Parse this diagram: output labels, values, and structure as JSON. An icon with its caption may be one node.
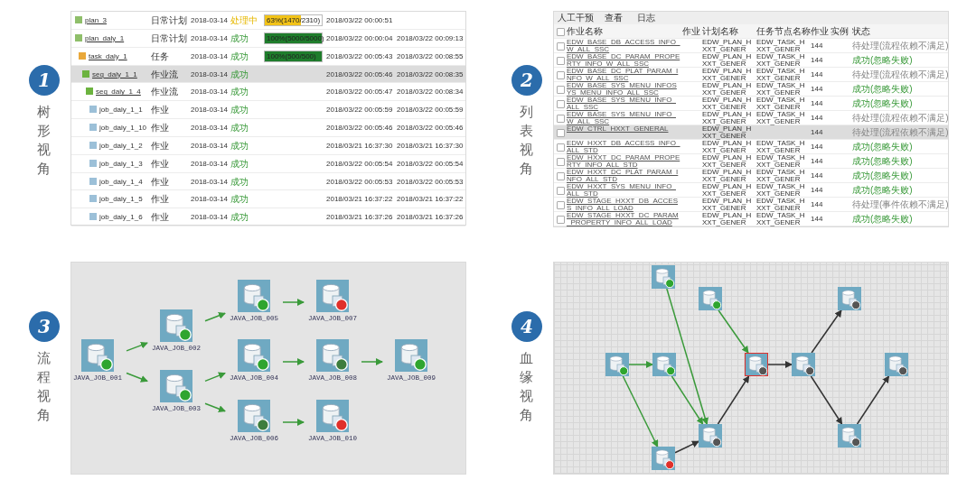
{
  "diagram": {
    "nodes": [
      {
        "text": [
          "1"
        ],
        "beside": [
          "树形视角"
        ]
      },
      {
        "text": [
          "2"
        ],
        "beside": [
          "列表视角"
        ]
      },
      {
        "text": [
          "3"
        ],
        "beside": [
          "流程视角"
        ]
      },
      {
        "text": [
          "4"
        ],
        "beside": [
          "血缘视角"
        ]
      },
      {
        "text": [],
        "shape": "box"
      },
      {
        "text": [],
        "shape": "box"
      },
      {
        "text": [],
        "shape": "box"
      },
      {
        "text": [],
        "shape": "box"
      },
      {
        "text": [
          "JAVA_JOB_001"
        ],
        "in": 6
      },
      {
        "text": [
          "JAVA_JOB_002"
        ],
        "in": 6
      },
      {
        "text": [
          "JAVA_JOB_003"
        ],
        "in": 6
      },
      {
        "text": [
          "JAVA_JOB_005"
        ],
        "in": 6
      },
      {
        "text": [
          "JAVA_JOB_004"
        ],
        "in": 6
      },
      {
        "text": [
          "JAVA_JOB_006"
        ],
        "in": 6
      },
      {
        "text": [
          "JAVA_JOB_007"
        ],
        "in": 6
      },
      {
        "text": [
          "JAVA_JOB_008"
        ],
        "in": 6
      },
      {
        "text": [
          "JAVA_JOB_010"
        ],
        "in": 6
      },
      {
        "text": [
          "JAVA_JOB_009"
        ],
        "in": 6
      },
      {
        "text": [],
        "shape": "picture",
        "in": 7
      },
      {
        "text": [],
        "shape": "picture",
        "in": 7
      },
      {
        "text": [],
        "shape": "picture",
        "in": 7
      },
      {
        "text": [],
        "shape": "picture",
        "in": 7
      },
      {
        "text": [],
        "shape": "picture",
        "in": 7
      },
      {
        "text": [],
        "shape": "picture",
        "in": 7
      },
      {
        "text": [],
        "shape": "picture",
        "in": 7
      },
      {
        "text": [],
        "shape": "picture",
        "in": 7
      },
      {
        "text": [],
        "shape": "picture",
        "in": 7
      },
      {
        "text": [],
        "shape": "picture",
        "in": 7
      },
      {
        "text": [],
        "shape": "picture",
        "in": 7
      }
    ],
    "edges": [
      {
        "from": 8,
        "to": 9,
        "arrow": "to"
      },
      {
        "from": 8,
        "to": 10,
        "arrow": "to"
      },
      {
        "from": 9,
        "to": 11,
        "arrow": "to"
      },
      {
        "from": 10,
        "to": 12,
        "arrow": "to"
      },
      {
        "from": 10,
        "to": 13,
        "arrow": "to"
      },
      {
        "from": 11,
        "to": 14,
        "arrow": "to"
      },
      {
        "from": 12,
        "to": 15,
        "arrow": "to"
      },
      {
        "from": 13,
        "to": 16,
        "arrow": "to"
      },
      {
        "from": 15,
        "to": 17,
        "arrow": "to"
      },
      {
        "from": 21,
        "to": 22,
        "arrow": "to"
      },
      {
        "from": 18,
        "to": 26,
        "arrow": "to"
      },
      {
        "from": 19,
        "to": 23,
        "arrow": "to"
      },
      {
        "from": 21,
        "to": 28,
        "arrow": "to"
      },
      {
        "from": 22,
        "to": 26,
        "arrow": "to"
      },
      {
        "from": 28,
        "to": 26,
        "arrow": "to",
        "color": "#333333"
      },
      {
        "from": 26,
        "to": 23,
        "arrow": "to",
        "color": "#333333"
      },
      {
        "from": 23,
        "to": 24,
        "arrow": "to",
        "color": "#333333"
      },
      {
        "from": 24,
        "to": 20,
        "arrow": "to",
        "color": "#333333"
      },
      {
        "from": 24,
        "to": 27,
        "arrow": "to",
        "color": "#333333"
      },
      {
        "from": 27,
        "to": 25,
        "arrow": "to",
        "color": "#333333"
      }
    ],
    "labels": [
      "plan_3",
      "日常计划",
      "2018-03-14",
      "处理中",
      "63%(1470/2310)",
      "2018/03/22 00:00:51",
      "plan_daly_1",
      "日常计划",
      "2018-03-14",
      "成功",
      "100%(5000/5000)",
      "2018/03/22 00:00:04",
      "2018/03/22 00:09:13",
      "task_daly_1",
      "任务",
      "2018-03-14",
      "成功",
      "100%(500/500)",
      "2018/03/22 00:05:43",
      "2018/03/22 00:08:55",
      "seq_daly_1_1",
      "作业流",
      "2018-03-14",
      "成功",
      "2018/03/22 00:05:46",
      "2018/03/22 00:08:35",
      "seq_daly_1_4",
      "作业流",
      "2018-03-14",
      "成功",
      "2018/03/22 00:05:47",
      "2018/03/22 00:08:34",
      "job_daly_1_1",
      "作业",
      "2018-03-14",
      "成功",
      "2018/03/22 00:05:59",
      "2018/03/22 00:05:59",
      "job_daly_1_10",
      "作业",
      "2018-03-14",
      "成功",
      "2018/03/22 00:05:46",
      "2018/03/22 00:05:46",
      "job_daly_1_2",
      "作业",
      "2018-03-14",
      "成功",
      "2018/03/21 16:37:30",
      "2018/03/21 16:37:30",
      "job_daly_1_3",
      "作业",
      "2018-03-14",
      "成功",
      "2018/03/22 00:05:54",
      "2018/03/22 00:05:54",
      "job_daly_1_4",
      "作业",
      "2018-03-14",
      "成功",
      "2018/03/22 00:05:53",
      "2018/03/22 00:05:53",
      "job_daly_1_5",
      "作业",
      "2018-03-14",
      "成功",
      "2018/03/21 16:37:22",
      "2018/03/21 16:37:22",
      "job_daly_1_6",
      "作业",
      "2018-03-14",
      "成功",
      "2018/03/21 16:37:26",
      "2018/03/21 16:37:26",
      "人工干预",
      "查看",
      "日志",
      "作业名称",
      "作业",
      "计划名称",
      "任务节点名称",
      "作业",
      "实例",
      "状态",
      "EDW_BASE_DB_ACCESS_INFO_W_ALL_SSC",
      "EDW_PLAN_HXXT_GENER",
      "EDW_TASK_HXXT_GENER",
      "144",
      "待处理(流程依赖不满足)",
      "EDW_BASE_DC_PARAM_PROPERTY_INFO_W_ALL_SSC",
      "EDW_PLAN_HXXT_GENER",
      "EDW_TASK_HXXT_GENER",
      "144",
      "成功(忽略失败)",
      "EDW_BASE_DC_PLAT_PARAM_INFO_W_ALL_SSC",
      "EDW_PLAN_HXXT_GENER",
      "EDW_TASK_HXXT_GENER",
      "144",
      "待处理(流程依赖不满足)",
      "EDW_BASE_SYS_MENU_INFOSYS_MENU_INFO_ALL_SSC",
      "EDW_PLAN_HXXT_GENER",
      "EDW_TASK_HXXT_GENER",
      "144",
      "成功(忽略失败)",
      "EDW_BASE_SYS_MENU_INFO_ALL_SSC",
      "EDW_PLAN_HXXT_GENER",
      "EDW_TASK_HXXT_GENER",
      "144",
      "成功(忽略失败)",
      "EDW_BASE_SYS_MENU_INFO_W_ALL_SSC",
      "EDW_PLAN_HXXT_GENER",
      "EDW_TASK_HXXT_GENER",
      "144",
      "待处理(流程依赖不满足)",
      "EDW_CTRL_HXXT_GENERAL",
      "EDW_PLAN_HXXT_GENER",
      "144",
      "待处理(流程依赖不满足)",
      "EDW_HXXT_DB_ACCESS_INFO_ALL_STD",
      "EDW_PLAN_HXXT_GENER",
      "EDW_TASK_HXXT_GENER",
      "144",
      "成功(忽略失败)",
      "EDW_HXXT_DC_PARAM_PROPERTY_INFO_ALL_STD",
      "EDW_PLAN_HXXT_GENER",
      "EDW_TASK_HXXT_GENER",
      "144",
      "成功(忽略失败)",
      "EDW_HXXT_DC_PLAT_PARAM_INFO_ALL_STD",
      "EDW_PLAN_HXXT_GENER",
      "EDW_TASK_HXXT_GENER",
      "144",
      "成功(忽略失败)",
      "EDW_HXXT_SYS_MENU_INFO_ALL_STD",
      "EDW_PLAN_HXXT_GENER",
      "EDW_TASK_HXXT_GENER",
      "144",
      "成功(忽略失败)",
      "EDW_STAGE_HXXT_DB_ACCESS_INFO_ALL_LOAD",
      "EDW_PLAN_HXXT_GENER",
      "EDW_TASK_HXXT_GENER",
      "144",
      "待处理(事件依赖不满足)",
      "EDW_STAGE_HXXT_DC_PARAM_PROPERTY_INFO_ALL_LOAD",
      "EDW_PLAN_HXXT_GENER",
      "EDW_TASK_HXXT_GENER",
      "144",
      "成功(忽略失败)"
    ]
  }
}
